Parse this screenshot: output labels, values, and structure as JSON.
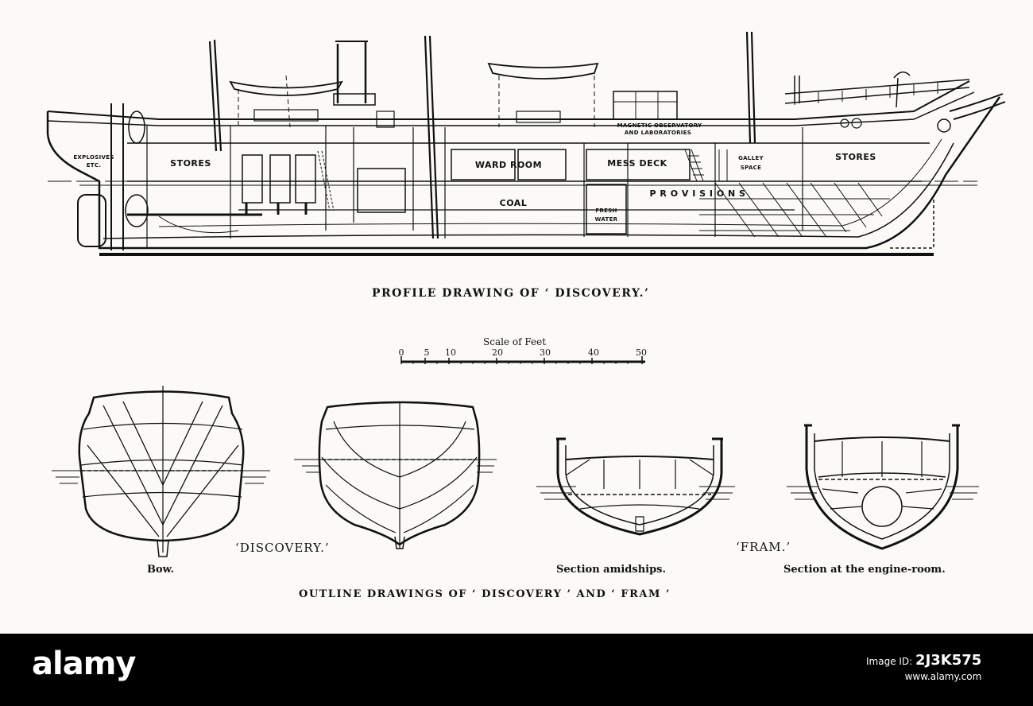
{
  "profile": {
    "caption": "PROFILE DRAWING OF ‘ DISCOVERY.’",
    "labels": {
      "explosives_line1": "EXPLOSIVES",
      "explosives_line2": "ETC.",
      "stores_aft": "STORES",
      "ward_room": "WARD ROOM",
      "mess_deck": "MESS DECK",
      "coal": "COAL",
      "fresh_water_line1": "FRESH",
      "fresh_water_line2": "WATER",
      "provisions": "P R O V I S I O N S",
      "magnetic_line1": "MAGNETIC OBSERVATORY",
      "magnetic_line2": "AND LABORATORIES",
      "galley_line1": "GALLEY",
      "galley_line2": "SPACE",
      "stores_fore": "STORES"
    }
  },
  "scale": {
    "title": "Scale of Feet",
    "ticks": [
      "0",
      "5",
      "10",
      "20",
      "30",
      "40",
      "50"
    ]
  },
  "outline": {
    "discovery_label": "‘DISCOVERY.’",
    "fram_label": "‘FRAM.’",
    "bow_label": "Bow.",
    "amidships_label": "Section amidships.",
    "engine_room_label": "Section at the engine-room.",
    "caption": "OUTLINE DRAWINGS OF ‘ DISCOVERY ’ AND ‘ FRAM ’"
  },
  "footer": {
    "brand": "alamy",
    "site": "www.alamy.com",
    "image_id_prefix": "Image ID:",
    "image_id": "2J3K575"
  }
}
